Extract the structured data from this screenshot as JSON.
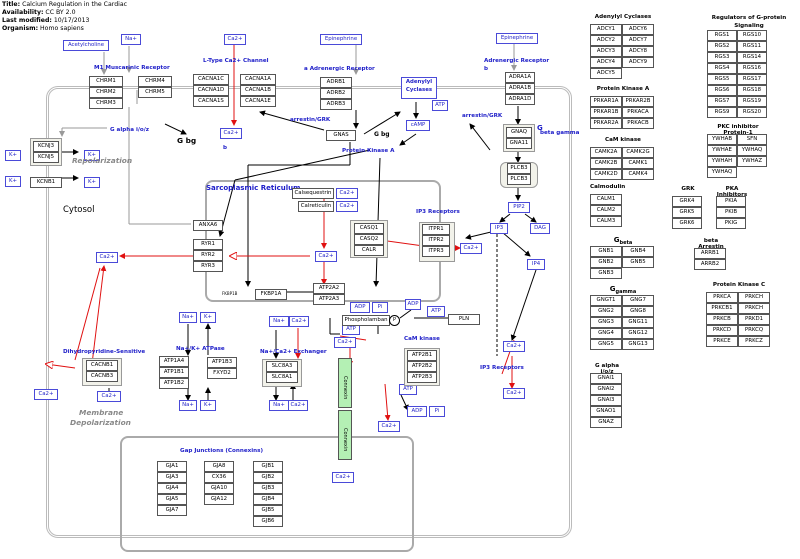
{
  "header": {
    "title_label": "Title:",
    "title": "Calcium Regulation in the Cardiac",
    "availability_label": "Availability:",
    "availability": "CC BY 2.0",
    "modified_label": "Last modified:",
    "modified": "10/17/2013",
    "organism_label": "Organism:",
    "organism": "Homo sapiens"
  },
  "labels": {
    "m1": "M1 Muscarinic Receptor",
    "ltype": "L-Type Ca2+ Channel",
    "a_adr": "a Adrenergic Receptor",
    "adr_rec": "Adrenergic Receptor",
    "b1": "b",
    "b2": "b",
    "adenylyl": "Adenylyl Cyclases",
    "arrestin1": "arrestin/GRK",
    "arrestin2": "arrestin/GRK",
    "galpha": "G alpha i/o/z",
    "gbg1": "G bg",
    "gbg2": "G bg",
    "pka": "Protein Kinase A",
    "g_beta_gamma_letter": "G",
    "beta_gamma": "beta gamma",
    "repolarization": "Repolarization",
    "sr": "Sarcoplasmic Reticulum",
    "ip3r": "IP3 Receptors",
    "ip3r2": "IP3 Receptors",
    "cytosol": "Cytosol",
    "nak": "Na+/K+ ATPase",
    "ncx": "Na+/Ca2+ Exchanger",
    "dhp": "Dihydropyridine-Sensitive",
    "membrane": "Membrane",
    "depol": "Depolarization",
    "camk": "CaM kinase",
    "gap": "Gap Junctions (Connexins)",
    "connexin": "Connexin"
  },
  "metabolites": {
    "acetylcholine": "Acetylcholine",
    "na": "Na+",
    "ca": "Ca2+",
    "epinephrine": "Epinephrine",
    "k": "K+",
    "atp": "ATP",
    "adp": "ADP",
    "pi": "Pi",
    "camp": "cAMP",
    "pip2": "PIP2",
    "ip3": "IP3",
    "dag": "DAG",
    "ip4": "IP4",
    "phospholamban": "Phospholamban",
    "p": "P"
  },
  "genes": {
    "chrm1": "CHRM1",
    "chrm2": "CHRM2",
    "chrm3": "CHRM3",
    "chrm4": "CHRM4",
    "chrm5": "CHRM5",
    "cacna1c": "CACNA1C",
    "cacna1d": "CACNA1D",
    "cacna1s": "CACNA1S",
    "cacna1a": "CACNA1A",
    "cacna1b": "CACNA1B",
    "cacna1e": "CACNA1E",
    "adrb1": "ADRB1",
    "adrb2": "ADRB2",
    "adrb3": "ADRB3",
    "adra1a": "ADRA1A",
    "adra1b": "ADRA1B",
    "adra1d": "ADRA1D",
    "gnas": "GNAS",
    "gnaq": "GNAQ",
    "gna11": "GNA11",
    "kcnj3": "KCNJ3",
    "kcnj5": "KCNJ5",
    "kcnb1": "KCNB1",
    "plcb3a": "PLCB3",
    "plcb3b": "PLCB3",
    "anxa6": "ANXA6",
    "ryr1": "RYR1",
    "ryr2": "RYR2",
    "ryr3": "RYR3",
    "casq": "Calsequestrin",
    "calret": "Calreticulin",
    "casq1": "CASQ1",
    "casq2": "CASQ2",
    "calr": "CALR",
    "itpr1": "ITPR1",
    "itpr2": "ITPR2",
    "itpr3": "ITPR3",
    "atp2a2": "ATP2A2",
    "atp2a3": "ATP2A3",
    "fkbp1a": "FKBP1A",
    "fkbp_small": "FKBP1B",
    "pln": "PLN",
    "atp1a4": "ATP1A4",
    "atp1b1": "ATP1B1",
    "atp1b2": "ATP1B2",
    "atp1b3": "ATP1B3",
    "fxyd2": "FXYD2",
    "slc8a3": "SLC8A3",
    "slc8a1": "SLC8A1",
    "cacnb1": "CACNB1",
    "cacnb3": "CACNB3",
    "atp2b1": "ATP2B1",
    "atp2b2": "ATP2B2",
    "atp2b3": "ATP2B3"
  },
  "gap_junctions": {
    "col1": [
      "GJA1",
      "GJA3",
      "GJA4",
      "GJA5",
      "GJA7"
    ],
    "col2": [
      "GJA8",
      "CX36",
      "GJA10",
      "GJA12"
    ],
    "col3": [
      "GJB1",
      "GJB2",
      "GJB3",
      "GJB4",
      "GJB5",
      "GJB6"
    ]
  },
  "side_panels": [
    {
      "title": "Adenylyl Cyclases",
      "cols": [
        [
          "ADCY1",
          "ADCY2",
          "ADCY3",
          "ADCY4",
          "ADCY5"
        ],
        [
          "ADCY6",
          "ADCY7",
          "ADCY8",
          "ADCY9"
        ]
      ]
    },
    {
      "title": "Protein Kinase A",
      "cols": [
        [
          "PRKAR1A",
          "PRKAR1B",
          "PRKAR2A"
        ],
        [
          "PRKAR2B",
          "PRKACA",
          "PRKACB"
        ]
      ]
    },
    {
      "title": "CaM kinase",
      "cols": [
        [
          "CAMK2A",
          "CAMK2B",
          "CAMK2D"
        ],
        [
          "CAMK2G",
          "CAMK1",
          "CAMK4"
        ]
      ]
    },
    {
      "title": "Calmodulin",
      "cols": [
        [
          "CALM1",
          "CALM2",
          "CALM3"
        ]
      ]
    },
    {
      "title_main": "G",
      "title_sub": "beta",
      "cols": [
        [
          "GNB1",
          "GNB2",
          "GNB3"
        ],
        [
          "GNB4",
          "GNB5"
        ]
      ]
    },
    {
      "title_main": "G",
      "title_sub": "gamma",
      "cols": [
        [
          "GNGT1",
          "GNG2",
          "GNG3",
          "GNG4",
          "GNG5"
        ],
        [
          "GNG7",
          "GNG8",
          "GNG11",
          "GNG12",
          "GNG13"
        ]
      ]
    },
    {
      "title": "G alpha i/o/z",
      "cols": [
        [
          "GNAI1",
          "GNAI2",
          "GNAI3",
          "GNAO1",
          "GNAZ"
        ]
      ]
    },
    {
      "title": "Regulators of G-protein Signaling",
      "cols": [
        [
          "RGS1",
          "RGS2",
          "RGS3",
          "RGS4",
          "RGS5",
          "RGS6",
          "RGS7",
          "RGS9"
        ],
        [
          "RGS10",
          "RGS11",
          "RGS14",
          "RGS16",
          "RGS17",
          "RGS18",
          "RGS19",
          "RGS20"
        ]
      ]
    },
    {
      "title": "PKC inhibitor Protein-1",
      "cols": [
        [
          "YWHAB",
          "YWHAE",
          "YWHAH",
          "YWHAQ"
        ],
        [
          "SFN",
          "YWHAQ",
          "YWHAZ"
        ]
      ]
    },
    {
      "title": "GRK",
      "cols": [
        [
          "GRK4",
          "GRK5",
          "GRK6"
        ]
      ]
    },
    {
      "title": "PKA Inhibitors",
      "cols": [
        [
          "PKIA",
          "PKIB",
          "PKIG"
        ]
      ]
    },
    {
      "title": "beta Arrestin",
      "cols": [
        [
          "ARRB1",
          "ARRB2"
        ]
      ]
    },
    {
      "title": "Protein Kinase C",
      "cols": [
        [
          "PRKCA",
          "PRKCB1",
          "PRKCB",
          "PRKCD",
          "PRKCE"
        ],
        [
          "PRKCH",
          "PRKCH",
          "PRKD1",
          "PRKCQ",
          "PRKCZ"
        ]
      ]
    }
  ]
}
